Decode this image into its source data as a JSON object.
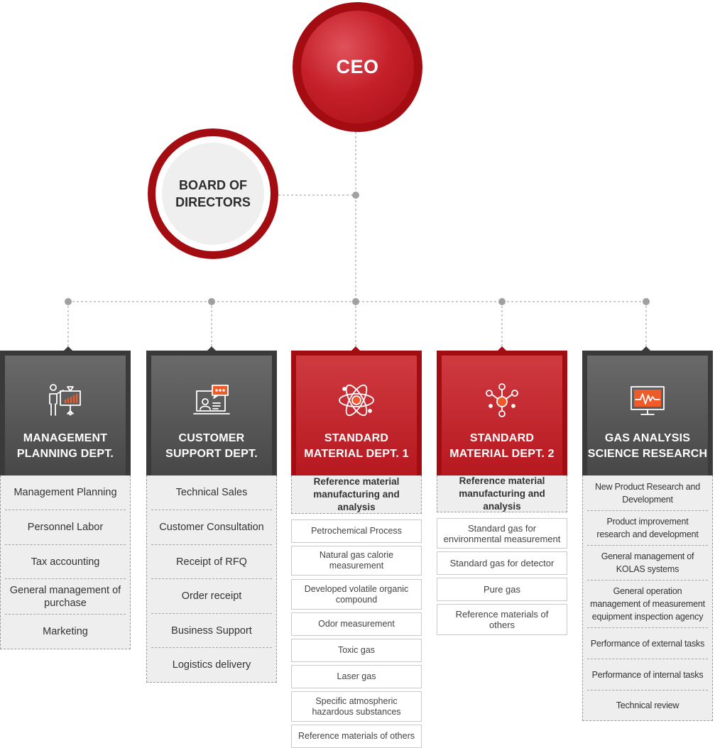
{
  "ceo": {
    "label": "CEO"
  },
  "board": {
    "line1": "BOARD OF",
    "line2": "DIRECTORS"
  },
  "colors": {
    "brand_red": "#a30d12",
    "dark_gray": "#3a3a3a",
    "connector": "#9a9a9a"
  },
  "departments": [
    {
      "icon": "presentation-chart-icon",
      "title1": "MANAGEMENT",
      "title2": "PLANNING DEPT.",
      "items": [
        "Management Planning",
        "Personnel Labor",
        "Tax accounting",
        "General management of purchase",
        "Marketing"
      ]
    },
    {
      "icon": "chat-laptop-icon",
      "title1": "CUSTOMER",
      "title2": "SUPPORT DEPT.",
      "items": [
        "Technical Sales",
        "Customer Consultation",
        "Receipt of RFQ",
        "Order receipt",
        "Business Support",
        "Logistics delivery"
      ]
    },
    {
      "icon": "atom-icon",
      "title1": "STANDARD",
      "title2": "MATERIAL DEPT. 1",
      "subheading": "Reference material manufacturing and analysis",
      "items": [
        "Petrochemical Process",
        "Natural gas calorie measurement",
        "Developed volatile organic compound",
        "Odor measurement",
        "Toxic gas",
        "Laser gas",
        "Specific atmospheric hazardous substances",
        "Reference materials of others"
      ]
    },
    {
      "icon": "molecule-network-icon",
      "title1": "STANDARD",
      "title2": "MATERIAL DEPT. 2",
      "subheading": "Reference material manufacturing and analysis",
      "items": [
        "Standard gas for environmental measurement",
        "Standard gas for detector",
        "Pure gas",
        "Reference materials of others"
      ]
    },
    {
      "icon": "monitor-waveform-icon",
      "title1": "GAS ANALYSIS",
      "title2": "SCIENCE RESEARCH",
      "items": [
        "New Product Research and Development",
        "Product improvement research and development",
        "General management of KOLAS systems",
        "General operation management of measurement equipment inspection agency",
        "Performance of external tasks",
        "Performance of internal tasks",
        "Technical review"
      ]
    }
  ]
}
